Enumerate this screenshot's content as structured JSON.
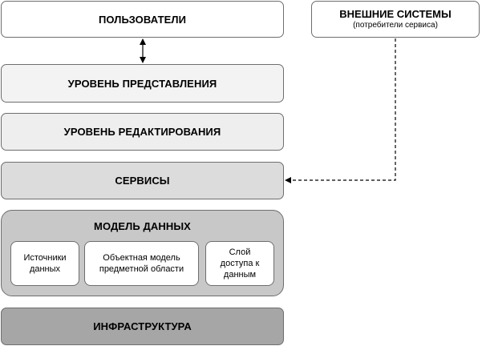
{
  "layers": {
    "users": "ПОЛЬЗОВАТЕЛИ",
    "presentation": "УРОВЕНЬ ПРЕДСТАВЛЕНИЯ",
    "editing": "УРОВЕНЬ РЕДАКТИРОВАНИЯ",
    "services": "СЕРВИСЫ",
    "data_model": {
      "title": "МОДЕЛЬ ДАННЫХ",
      "components": {
        "sources": [
          "Источники",
          "данных"
        ],
        "domain_model": [
          "Объектная модель",
          "предметной области"
        ],
        "data_access": [
          "Слой",
          "доступа к",
          "данным"
        ]
      }
    },
    "infrastructure": "ИНФРАСТРУКТУРА"
  },
  "external": {
    "title": "ВНЕШНИЕ СИСТЕМЫ",
    "subtitle": "(потребители сервиса)"
  },
  "colors": {
    "border": "#6e6e6e",
    "presentation_fill": "#f3f3f3",
    "editing_fill": "#eeeeee",
    "services_fill": "#dcdcdc",
    "data_model_fill": "#c8c8c8",
    "infrastructure_fill": "#a6a6a6",
    "connector": "#000000"
  },
  "connectors": [
    {
      "from": "users",
      "to": "presentation",
      "style": "solid",
      "arrows": "both"
    },
    {
      "from": "external",
      "to": "services",
      "style": "dashed",
      "arrows": "end"
    }
  ]
}
